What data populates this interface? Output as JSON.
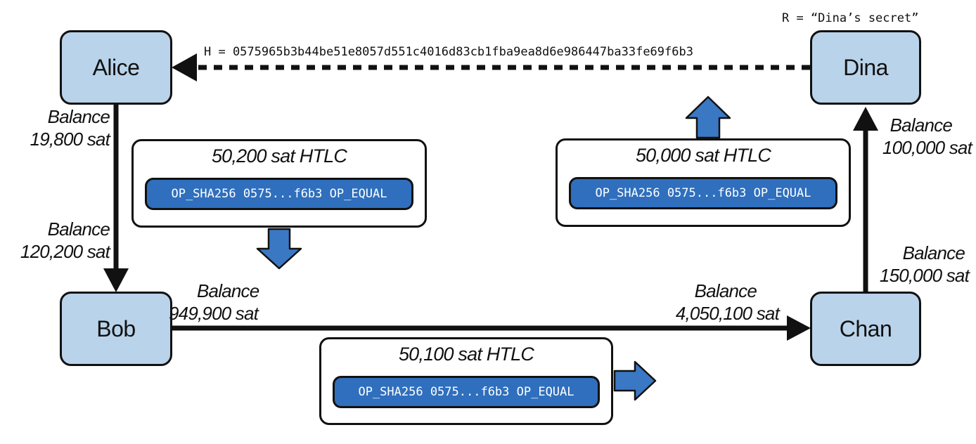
{
  "nodes": {
    "alice": "Alice",
    "bob": "Bob",
    "chan": "Chan",
    "dina": "Dina"
  },
  "hash_label": "H = 0575965b3b44be51e8057d551c4016d83cb1fba9ea8d6e986447ba33fe69f6b3",
  "secret_label": "R = “Dina’s secret”",
  "balances": {
    "alice_channel_alice": {
      "label": "Balance",
      "amount": "19,800 sat"
    },
    "alice_channel_bob": {
      "label": "Balance",
      "amount": "120,200 sat"
    },
    "bob_channel_bob": {
      "label": "Balance",
      "amount": "949,900 sat"
    },
    "bob_channel_chan": {
      "label": "Balance",
      "amount": "4,050,100 sat"
    },
    "chan_channel_chan": {
      "label": "Balance",
      "amount": "150,000 sat"
    },
    "chan_channel_dina": {
      "label": "Balance",
      "amount": "100,000 sat"
    }
  },
  "htlcs": {
    "alice_bob": {
      "title": "50,200 sat HTLC",
      "script": "OP_SHA256 0575...f6b3 OP_EQUAL"
    },
    "bob_chan": {
      "title": "50,100 sat HTLC",
      "script": "OP_SHA256 0575...f6b3 OP_EQUAL"
    },
    "chan_dina": {
      "title": "50,000 sat HTLC",
      "script": "OP_SHA256 0575...f6b3 OP_EQUAL"
    }
  },
  "colors": {
    "node_fill": "#b9d3ea",
    "script_fill": "#2f6fbd",
    "arrow_fill": "#3a78c4",
    "line": "#111111"
  }
}
